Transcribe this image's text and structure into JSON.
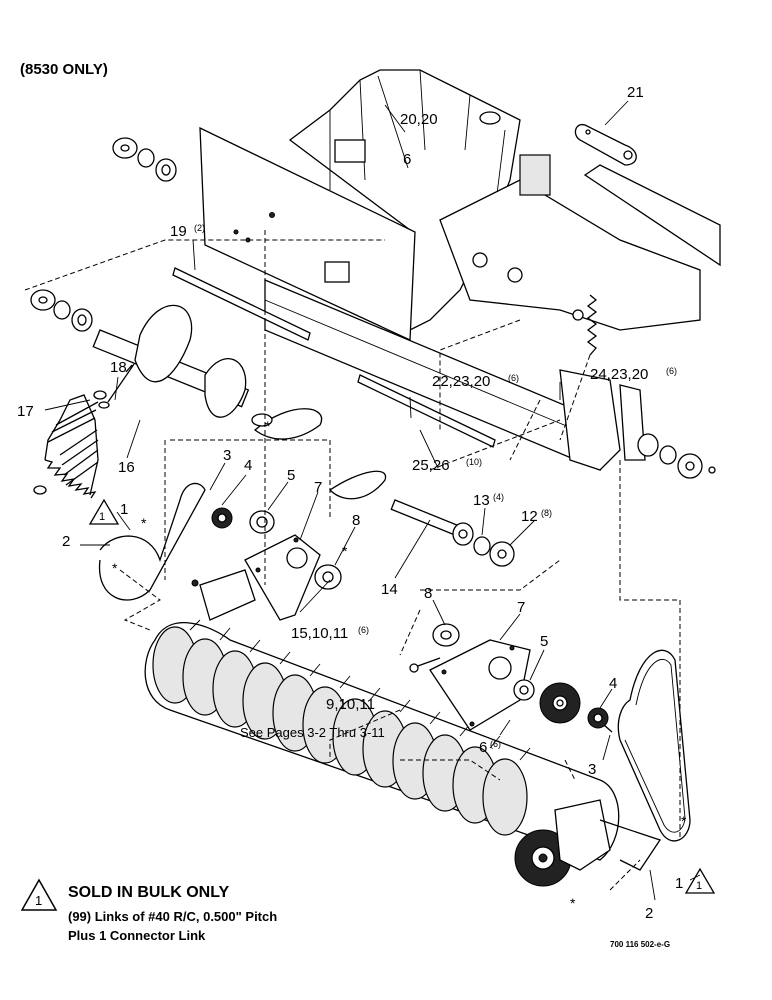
{
  "header": {
    "model_note": "(8530 ONLY)"
  },
  "callouts": {
    "c21": "21",
    "c20_20": "20,20",
    "c6_top": "6",
    "c19": "19",
    "c19_qty": "(2)",
    "c18": "18",
    "c17": "17",
    "c16": "16",
    "c22_23_20": "22,23,20",
    "c22_qty": "(6)",
    "c24_23_20": "24,23,20",
    "c24_qty": "(6)",
    "c3_upper": "3",
    "c4_upper": "4",
    "c5_upper": "5",
    "c7_upper": "7",
    "c8_upper": "8",
    "c25_26": "25,26",
    "c25_qty": "(10)",
    "c13": "13",
    "c13_qty": "(4)",
    "c12": "12",
    "c12_qty": "(8)",
    "c1_upper": "1",
    "c1_upper_tri": "1",
    "c2_upper": "2",
    "c14": "14",
    "c15_10_11": "15,10,11",
    "c15_qty": "(6)",
    "c8_lower": "8",
    "c7_lower": "7",
    "c5_lower": "5",
    "c4_lower": "4",
    "c9_10_11": "9,10,11",
    "see_pages": "See Pages 3-2 Thru 3-11",
    "c6_lower": "6",
    "c6_lower_qty": "(6)",
    "c3_lower": "3",
    "c1_lower": "1",
    "c1_lower_tri": "1",
    "c2_lower": "2"
  },
  "note": {
    "symbol": "1",
    "title": "SOLD IN BULK ONLY",
    "line1": "(99) Links of #40 R/C, 0.500\" Pitch",
    "line2": "Plus 1 Connector Link"
  },
  "doc_code": "700 116 502-e-G"
}
